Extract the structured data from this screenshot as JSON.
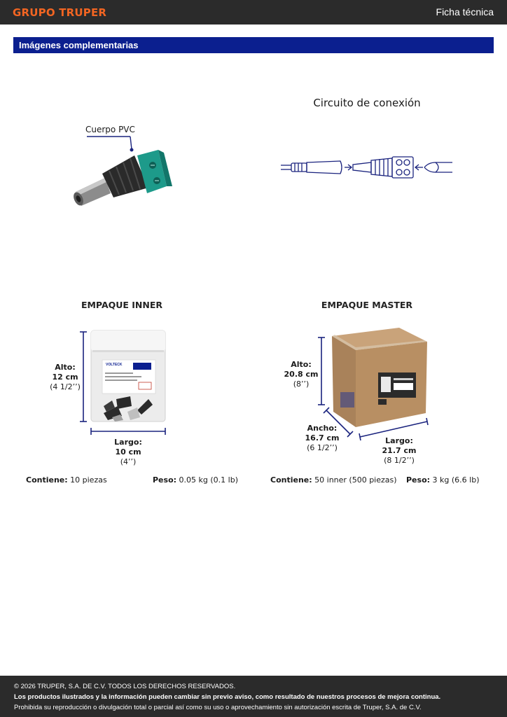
{
  "header": {
    "brand": "GRUPO TRUPER",
    "doc_type": "Ficha técnica"
  },
  "section": {
    "title": "Imágenes complementarias"
  },
  "product": {
    "callout": "Cuerpo PVC"
  },
  "circuit": {
    "title": "Circuito de conexión"
  },
  "inner": {
    "title": "EMPAQUE INNER",
    "alto_label": "Alto:",
    "alto_cm": "12 cm",
    "alto_in": "(4 1/2’’)",
    "largo_label": "Largo:",
    "largo_cm": "10 cm",
    "largo_in": "(4’’)",
    "contiene_label": "Contiene:",
    "contiene_value": "10 piezas",
    "peso_label": "Peso:",
    "peso_value": "0.05 kg (0.1 lb)"
  },
  "master": {
    "title": "EMPAQUE MASTER",
    "alto_label": "Alto:",
    "alto_cm": "20.8 cm",
    "alto_in": "(8’’)",
    "ancho_label": "Ancho:",
    "ancho_cm": "16.7 cm",
    "ancho_in": "(6 1/2’’)",
    "largo_label": "Largo:",
    "largo_cm": "21.7 cm",
    "largo_in": "(8 1/2’’)",
    "contiene_label": "Contiene:",
    "contiene_value": "50 inner (500 piezas)",
    "peso_label": "Peso:",
    "peso_value": "3 kg (6.6 lb)"
  },
  "bag_label": {
    "brand": "VOLTECK"
  },
  "footer": {
    "line1": "© 2026 TRUPER, S.A. DE C.V. TODOS LOS DERECHOS RESERVADOS.",
    "line2": "Los productos ilustrados y la información pueden cambiar sin previo aviso, como resultado de nuestros procesos de mejora continua.",
    "line3": "Prohibida su reproducción o divulgación total o parcial así como su uso o aprovechamiento sin autorización escrita de Truper, S.A. de C.V."
  },
  "colors": {
    "brand_orange": "#f26522",
    "section_blue": "#0b1f8f",
    "dim_blue": "#1a237e",
    "bar_dark": "#2b2b2b"
  }
}
